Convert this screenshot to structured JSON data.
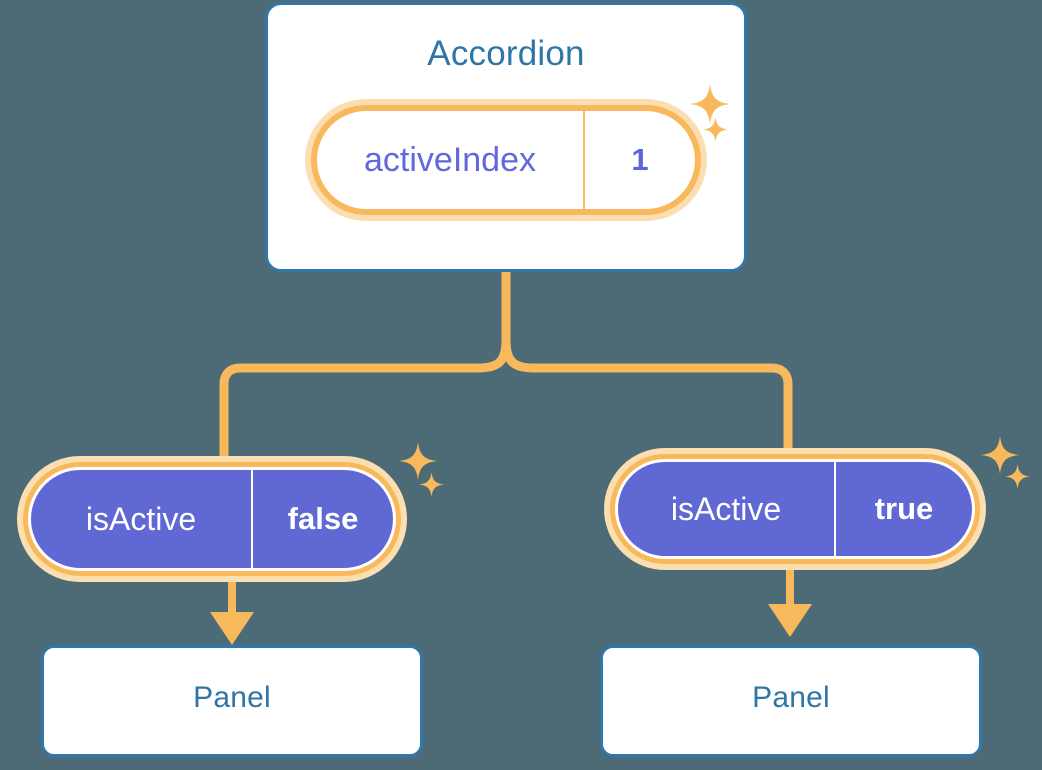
{
  "diagram": {
    "title_node": {
      "label": "Accordion",
      "state_pill": {
        "key": "activeIndex",
        "value": "1"
      }
    },
    "branches": [
      {
        "side": "left",
        "state_pill": {
          "key": "isActive",
          "value": "false"
        },
        "child": {
          "label": "Panel"
        }
      },
      {
        "side": "right",
        "state_pill": {
          "key": "isActive",
          "value": "true"
        },
        "child": {
          "label": "Panel"
        }
      }
    ],
    "icons": {
      "sparkle": "sparkle-icon",
      "arrow": "arrow-down-icon"
    },
    "colors": {
      "background": "#4d6b76",
      "card_border": "#3077ab",
      "card_title_text": "#2f76a6",
      "pill_ring": "#f8b95c",
      "pill_halo": "#fbdfb1",
      "pill_fill_purple": "#6068d4",
      "pill_text_purple": "#6168dc",
      "connector": "#f8b95c",
      "card_fill": "#ffffff"
    }
  }
}
